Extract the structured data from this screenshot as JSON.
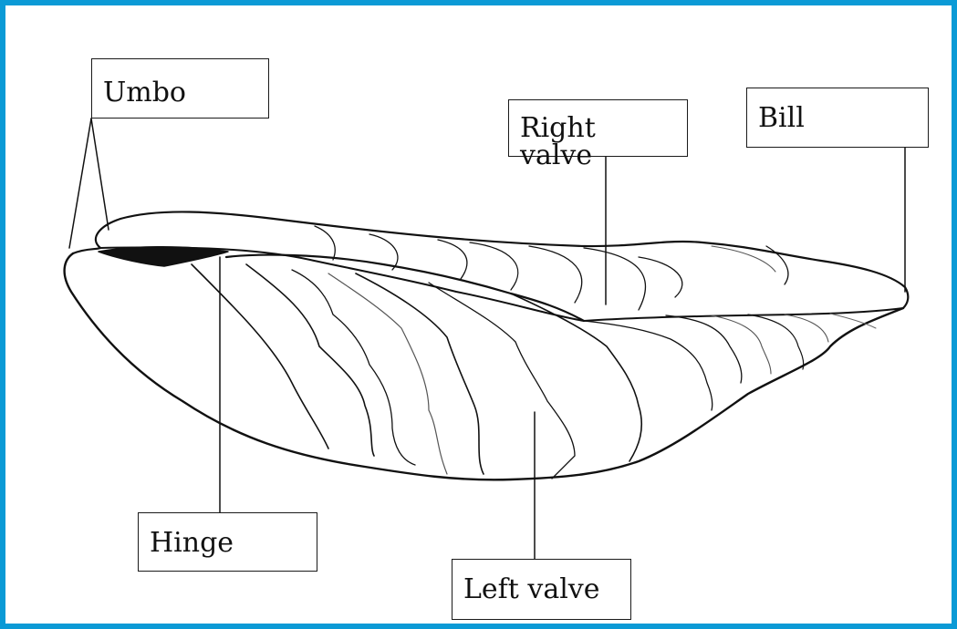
{
  "diagram": {
    "labels": {
      "umbo": "Umbo",
      "right_valve": "Right valve",
      "bill": "Bill",
      "hinge": "Hinge",
      "left_valve": "Left valve"
    },
    "colors": {
      "frame_border": "#0b9ad6",
      "line": "#111111"
    }
  }
}
